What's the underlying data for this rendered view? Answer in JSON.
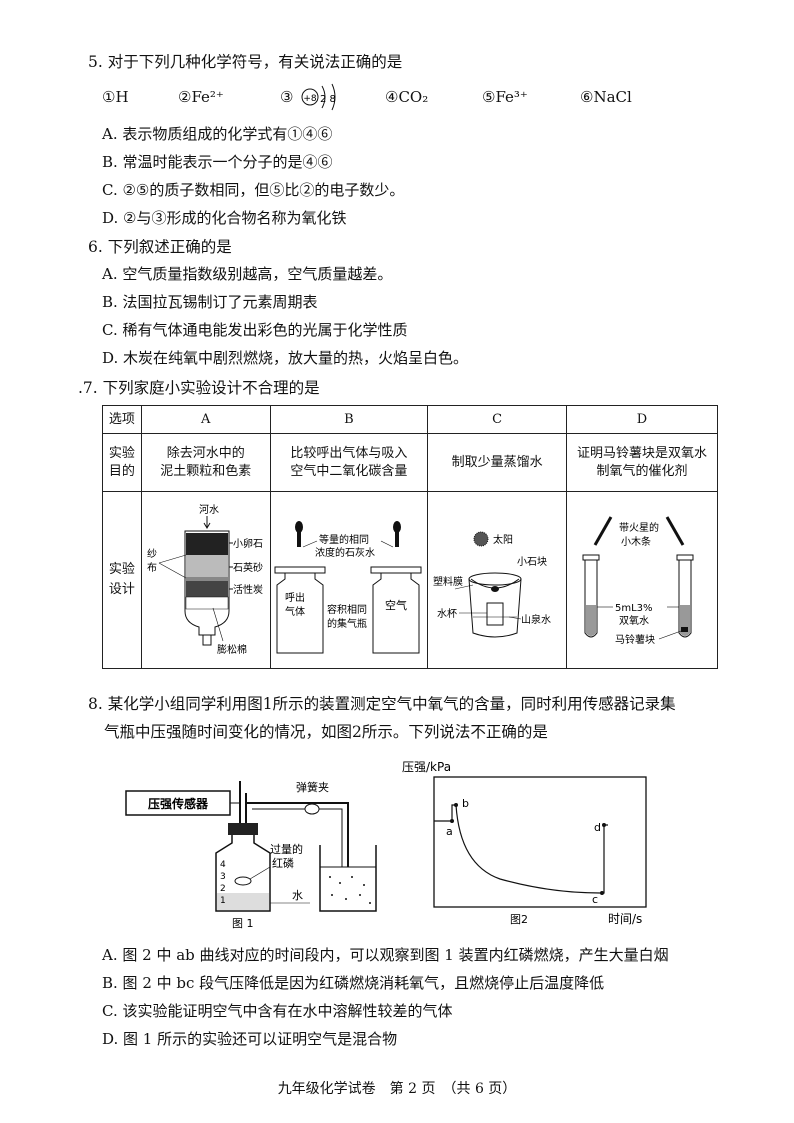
{
  "q5": {
    "stem": "5. 对于下列几种化学符号，有关说法正确的是",
    "symbols": [
      "①H",
      "②Fe²⁺",
      "③",
      "④CO₂",
      "⑤Fe³⁺",
      "⑥NaCl"
    ],
    "atom_nucleus": "+8",
    "atom_shells": "2 8",
    "options": [
      "A. 表示物质组成的化学式有①④⑥",
      "B. 常温时能表示一个分子的是④⑥",
      "C. ②⑤的质子数相同，但⑤比②的电子数少。",
      "D. ②与③形成的化合物名称为氧化铁"
    ]
  },
  "q6": {
    "stem": "6. 下列叙述正确的是",
    "options": [
      "A. 空气质量指数级别越高，空气质量越差。",
      "B. 法国拉瓦锡制订了元素周期表",
      "C. 稀有气体通电能发出彩色的光属于化学性质",
      "D. 木炭在纯氧中剧烈燃烧，放大量的热，火焰呈白色。"
    ]
  },
  "q7": {
    "stem": ".7. 下列家庭小实验设计不合理的是",
    "header": [
      "选项",
      "A",
      "B",
      "C",
      "D"
    ],
    "goal_label": [
      "实验",
      "目的"
    ],
    "goals": [
      [
        "除去河水中的",
        "泥土颗粒和色素"
      ],
      [
        "比较呼出气体与吸入",
        "空气中二氧化碳含量"
      ],
      [
        "制取少量蒸馏水"
      ],
      [
        "证明马铃薯块是双氧水",
        "制氧气的催化剂"
      ]
    ],
    "design_label": [
      "实验",
      "设计"
    ],
    "a_labels": {
      "top": "河水",
      "left1": "纱",
      "left2": "布",
      "l1": "小卵石",
      "l2": "石英砂",
      "l3": "活性炭",
      "l4": "膨松棉"
    },
    "b_labels": {
      "top1": "等量的相同",
      "top2": "浓度的石灰水",
      "left1": "呼出",
      "left2": "气体",
      "mid1": "容积相同",
      "mid2": "的集气瓶",
      "right": "空气"
    },
    "c_labels": {
      "sun": "太阳",
      "stone": "小石块",
      "film": "塑料膜",
      "cup": "水杯",
      "water": "山泉水"
    },
    "d_labels": {
      "stick1": "带火星的",
      "stick2": "小木条",
      "liquid1": "5mL3%",
      "liquid2": "双氧水",
      "potato": "马铃薯块"
    }
  },
  "q8": {
    "stem_line1": "8. 某化学小组同学利用图1所示的装置测定空气中氧气的含量，同时利用传感器记录集",
    "stem_line2": "气瓶中压强随时间变化的情况，如图2所示。下列说法不正确的是",
    "fig1": {
      "sensor": "压强传感器",
      "clamp": "弹簧夹",
      "phosphorus1": "过量的",
      "phosphorus2": "红磷",
      "water": "水",
      "marks": [
        "4",
        "3",
        "2",
        "1"
      ],
      "caption": "图 1"
    },
    "fig2": {
      "ylabel": "压强/kPa",
      "xlabel": "时间/s",
      "points": [
        "a",
        "b",
        "c",
        "d"
      ],
      "caption": "图2"
    },
    "options": [
      "A. 图 2 中 ab 曲线对应的时间段内，可以观察到图 1 装置内红磷燃烧，产生大量白烟",
      "B. 图 2 中 bc 段气压降低是因为红磷燃烧消耗氧气，且燃烧停止后温度降低",
      "C. 该实验能证明空气中含有在水中溶解性较差的气体",
      "D. 图 1 所示的实验还可以证明空气是混合物"
    ]
  },
  "footer": "九年级化学试卷　第 2 页　（共 6 页）"
}
